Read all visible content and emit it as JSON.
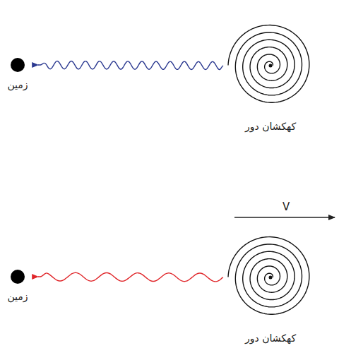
{
  "diagram": {
    "nodes": [
      {
        "text": [
          "زمین"
        ]
      },
      {
        "text": [
          "کهکشان دور"
        ]
      },
      {
        "text": [
          "زمین"
        ]
      },
      {
        "text": [
          "کهکشان دور"
        ]
      }
    ],
    "edges": [
      {
        "from": 1,
        "to": 0,
        "arrow": "to"
      },
      {
        "from": 3,
        "to": 2,
        "arrow": "to"
      }
    ],
    "labels": [
      "V"
    ]
  }
}
